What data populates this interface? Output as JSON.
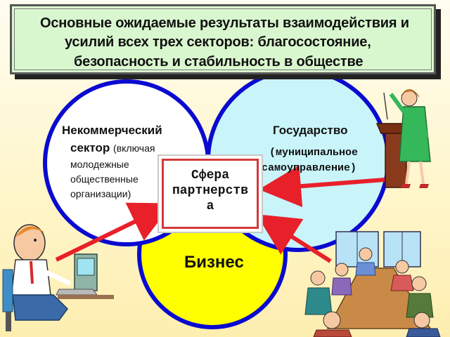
{
  "title": {
    "line1": "Основные ожидаемые результаты взаимодействия и",
    "line2": "усилий всех трех секторов: благосостояние,",
    "line3": "безопасность и стабильность в обществе"
  },
  "circles": {
    "noncommercial": {
      "title": "Некоммерческий",
      "sector": "сектор",
      "note_start": "(включая",
      "line1": "молодежные",
      "line2": "общественные",
      "line3": "организации)"
    },
    "state": {
      "title": "Государство",
      "line1": "(муниципальное",
      "line2": "самоуправление)"
    },
    "business": {
      "title": "Бизнес"
    }
  },
  "center": {
    "line1": "Сфера",
    "line2": "партнерств",
    "line3": "а"
  },
  "colors": {
    "noncommercial_fill": "#ffffff",
    "state_fill": "#c9f4fa",
    "business_fill": "#ffff00",
    "circle_stroke": "#0a0ad0",
    "arrow": "#e8202a",
    "title_bg": "#d9f7cf"
  },
  "icons": [
    "man-at-computer-icon",
    "woman-at-podium-icon",
    "meeting-group-icon"
  ]
}
